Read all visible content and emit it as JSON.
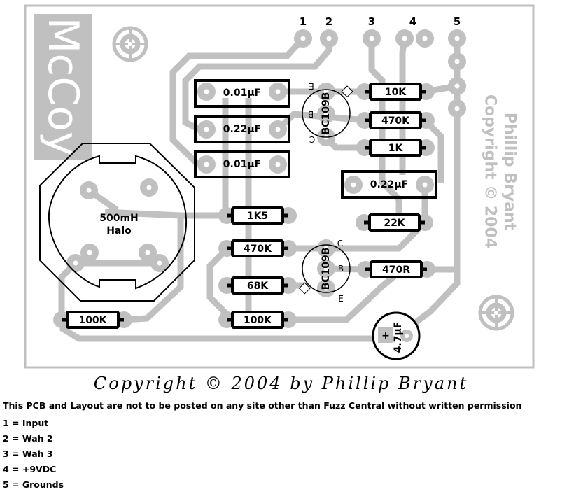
{
  "board": {
    "logo": "McCoy",
    "copyright_line1": "Copyright © 2004",
    "copyright_line2": "Phillip Bryant",
    "terminals": [
      "1",
      "2",
      "3",
      "4",
      "5"
    ],
    "inductor": {
      "value": "500mH",
      "name": "Halo"
    },
    "capacitors": [
      "0.01µF",
      "0.22µF",
      "0.01µF",
      "0.22µF"
    ],
    "electrolytic": {
      "polarity": "+",
      "value": "4.7µF"
    },
    "resistors": {
      "r10k": "10K",
      "r470k_top": "470K",
      "r1k": "1K",
      "r22k": "22K",
      "r470r": "470R",
      "r1k5": "1K5",
      "r470k_left": "470K",
      "r68k": "68K",
      "r100k_mid": "100K",
      "r100k_left": "100K"
    },
    "transistors": [
      {
        "part": "BC109B",
        "pins": [
          "E",
          "B",
          "C"
        ]
      },
      {
        "part": "BC109B",
        "pins": [
          "C",
          "B",
          "E"
        ]
      }
    ],
    "colors": {
      "copper": "#c0c0c0",
      "silkscreen": "#000000"
    }
  },
  "footer": {
    "copyright": "Copyright © 2004 by Phillip Bryant",
    "notice": "This PCB and Layout are not to be posted on any site other than Fuzz Central without written permission",
    "legend": [
      "1 = Input",
      "2 = Wah 2",
      "3 = Wah 3",
      "4 = +9VDC",
      "5 = Grounds"
    ]
  }
}
